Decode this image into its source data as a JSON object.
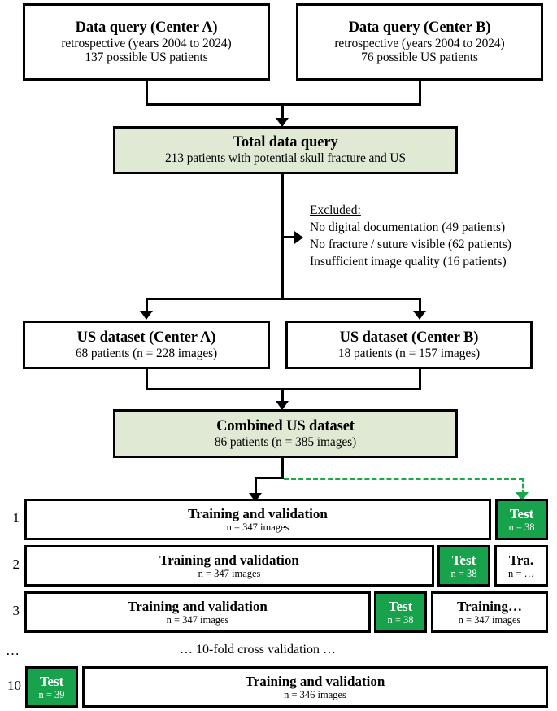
{
  "diagram": {
    "title": "Study flow diagram: data query, exclusions, datasets and 10-fold cross validation",
    "colors": {
      "pale_green_fill": "#e0e9d4",
      "solid_green_fill": "#17a24b",
      "green_arrow": "#1ba84d",
      "outline": "#000000",
      "background": "#ffffff"
    }
  },
  "nodes": {
    "query_center_a": {
      "title": "Data query (Center A)",
      "line2": "retrospective (years 2004 to 2024)",
      "line3": "137 possible US patients"
    },
    "query_center_b": {
      "title": "Data query (Center B)",
      "line2": "retrospective (years 2004 to 2024)",
      "line3": "76 possible US patients"
    },
    "total_query": {
      "title": "Total data query",
      "line2": "213 patients with potential skull fracture and US"
    },
    "excluded": {
      "heading": "Excluded:",
      "items": [
        "No digital documentation (49 patients)",
        "No fracture / suture visible (62 patients)",
        "Insufficient image quality (16 patients)"
      ]
    },
    "dataset_center_a": {
      "title": "US dataset (Center A)",
      "line2": "68 patients (n = 228 images)"
    },
    "dataset_center_b": {
      "title": "US dataset (Center B)",
      "line2": "18 patients (n = 157 images)"
    },
    "combined_dataset": {
      "title": "Combined US dataset",
      "line2": "86 patients (n = 385 images)"
    }
  },
  "cross_validation": {
    "note": "… 10-fold cross validation …",
    "ellipsis_label": "…",
    "folds": [
      {
        "label": "1",
        "segments": [
          {
            "kind": "train",
            "title": "Training and validation",
            "sub": "n = 347 images"
          },
          {
            "kind": "test",
            "title": "Test",
            "sub": "n = 38"
          }
        ]
      },
      {
        "label": "2",
        "segments": [
          {
            "kind": "train",
            "title": "Training and validation",
            "sub": "n = 347 images"
          },
          {
            "kind": "test",
            "title": "Test",
            "sub": "n = 38"
          },
          {
            "kind": "train",
            "title": "Tra.",
            "sub": "n = …"
          }
        ]
      },
      {
        "label": "3",
        "segments": [
          {
            "kind": "train",
            "title": "Training and validation",
            "sub": "n = 347 images"
          },
          {
            "kind": "test",
            "title": "Test",
            "sub": "n = 38"
          },
          {
            "kind": "train",
            "title": "Training…",
            "sub": "n = 347 images"
          }
        ]
      },
      {
        "label": "10",
        "segments": [
          {
            "kind": "test",
            "title": "Test",
            "sub": "n = 39"
          },
          {
            "kind": "train",
            "title": "Training and validation",
            "sub": "n = 346 images"
          }
        ]
      }
    ]
  }
}
